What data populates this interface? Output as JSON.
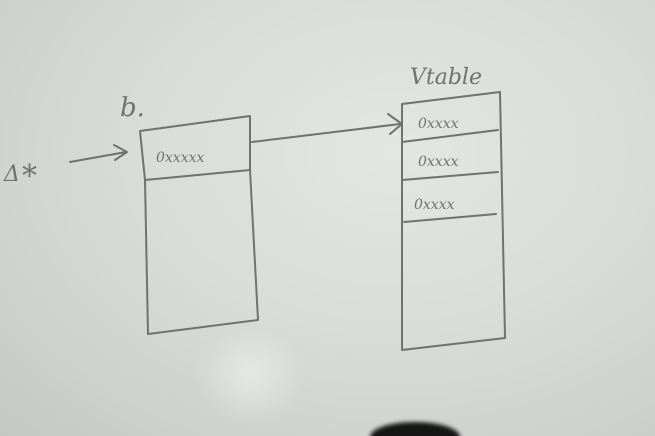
{
  "labels": {
    "struct_name": "b.",
    "pointer_star": "*",
    "left_cell": "0xxxxx",
    "vtable_title": "Vtable",
    "vtable_entries": [
      "0xxxx",
      "0xxxx",
      "0xxxx"
    ]
  }
}
